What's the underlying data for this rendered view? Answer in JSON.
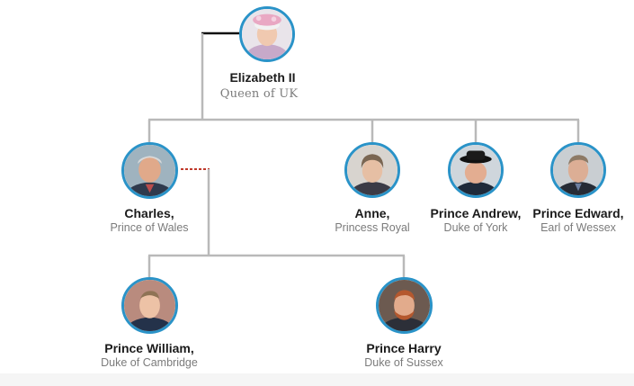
{
  "colors": {
    "ring": "#2a93c8",
    "line": "#b9b9b9",
    "line_dark": "#111111",
    "dashed": "#c0392b",
    "name": "#1b1b1b",
    "title": "#7b7b7b"
  },
  "people": {
    "elizabeth": {
      "name": "Elizabeth II",
      "title": "Queen of UK",
      "portrait": "queen-portrait"
    },
    "charles": {
      "name": "Charles,",
      "title": "Prince of Wales",
      "portrait": "charles-portrait"
    },
    "anne": {
      "name": "Anne,",
      "title": "Princess Royal",
      "portrait": "anne-portrait"
    },
    "andrew": {
      "name": "Prince Andrew,",
      "title": "Duke of York",
      "portrait": "andrew-portrait"
    },
    "edward": {
      "name": "Prince Edward,",
      "title": "Earl of Wessex",
      "portrait": "edward-portrait"
    },
    "william": {
      "name": "Prince William,",
      "title": "Duke of Cambridge",
      "portrait": "william-portrait"
    },
    "harry": {
      "name": "Prince Harry",
      "title": "Duke of Sussex",
      "portrait": "harry-portrait"
    }
  }
}
